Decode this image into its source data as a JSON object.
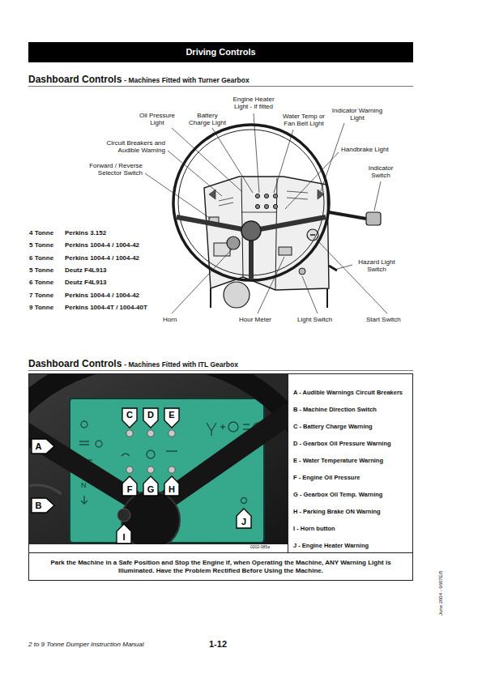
{
  "diagram": {
    "nodes": [
      {
        "text": [
          "Driving Controls"
        ]
      },
      {
        "text": [
          "C"
        ]
      },
      {
        "text": [
          "D"
        ]
      },
      {
        "text": [
          "E"
        ]
      },
      {
        "text": [
          "A"
        ]
      },
      {
        "text": [
          "F"
        ]
      },
      {
        "text": [
          "G"
        ]
      },
      {
        "text": [
          "H"
        ]
      },
      {
        "text": [
          "B"
        ]
      },
      {
        "text": [
          "J"
        ]
      },
      {
        "text": [
          "I"
        ]
      },
      {
        "text": [
          "A - Audible Warnings Circuit Breakers",
          "B - Machine Direction Switch",
          "C - Battery Charge Warning",
          "D - Gearbox Oil Pressure Warning",
          "E - Water Temperature Warning",
          "F - Engine Oil Pressure",
          "G - Gearbox Oil Temp. Warning",
          "H - Parking Brake ON Warning",
          "I - Horn button",
          "J - Engine Heater Warning"
        ]
      },
      {
        "text": [
          "Park the Machine in a Safe Position and Stop the Engine if, when Operating the Machine, ANY Warning Light is Illuminated. Have the Problem Rectified Before Using the Machine."
        ]
      }
    ],
    "labels": [
      "Dashboard Controls",
      "- Machines Fitted with Turner Gearbox",
      "Engine Heater Light - if fitted",
      "Oil Pressure Light",
      "Battery Charge Light",
      "Water Temp or Fan Belt Light",
      "Indicator Warning Light",
      "Circuit Breakers and Audible Warning",
      "Handbrake Light",
      "Forward / Reverse Selector Switch",
      "Indicator Switch",
      "4 Tonne",
      "Perkins 3.152",
      "5 Tonne",
      "Perkins 1004-4 / 1004-42",
      "6 Tonne",
      "Perkins 1004-4 / 1004-42",
      "5 Tonne",
      "Deutz F4L913",
      "6 Tonne",
      "Deutz F4L913",
      "7 Tonne",
      "Perkins 1004-4 / 1004-42",
      "9 Tonne",
      "Perkins 1004-4T / 1004-40T",
      "Hazard Light Switch",
      "Horn",
      "Hour Meter",
      "Light Switch",
      "Start Switch",
      "Dashboard Controls",
      "- Machines Fitted with ITL Gearbox",
      "N",
      "0202-085a",
      "2 to 9 Tonne Dumper Instruction Manual",
      "1-12",
      "June 2004 - 9607E/5"
    ]
  }
}
